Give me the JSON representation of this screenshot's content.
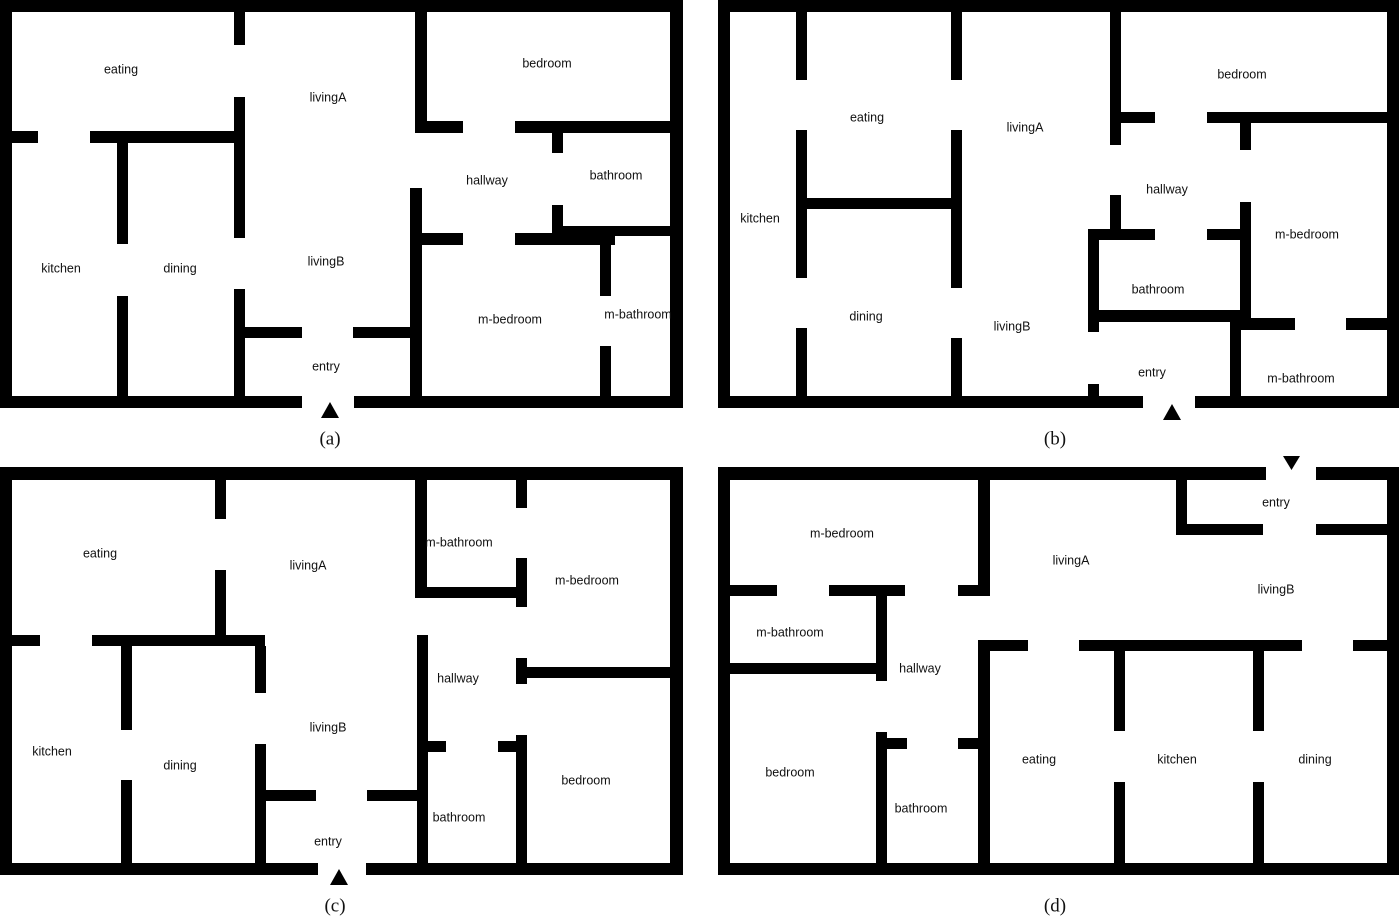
{
  "plans": {
    "a": {
      "caption": "(a)",
      "rooms": {
        "eating": "eating",
        "livingA": "livingA",
        "bedroom": "bedroom",
        "hallway": "hallway",
        "bathroom": "bathroom",
        "kitchen": "kitchen",
        "dining": "dining",
        "livingB": "livingB",
        "mbedroom": "m-bedroom",
        "mbathroom": "m-bathroom",
        "entry": "entry"
      },
      "entry_marker": "triangle-up"
    },
    "b": {
      "caption": "(b)",
      "rooms": {
        "eating": "eating",
        "livingA": "livingA",
        "bedroom": "bedroom",
        "hallway": "hallway",
        "kitchen": "kitchen",
        "mbedroom": "m-bedroom",
        "bathroom": "bathroom",
        "dining": "dining",
        "livingB": "livingB",
        "entry": "entry",
        "mbathroom": "m-bathroom"
      },
      "entry_marker": "triangle-up"
    },
    "c": {
      "caption": "(c)",
      "rooms": {
        "eating": "eating",
        "livingA": "livingA",
        "mbathroom": "m-bathroom",
        "mbedroom": "m-bedroom",
        "hallway": "hallway",
        "livingB": "livingB",
        "kitchen": "kitchen",
        "dining": "dining",
        "bedroom": "bedroom",
        "bathroom": "bathroom",
        "entry": "entry"
      },
      "entry_marker": "triangle-up"
    },
    "d": {
      "caption": "(d)",
      "rooms": {
        "mbedroom": "m-bedroom",
        "livingA": "livingA",
        "entry": "entry",
        "livingB": "livingB",
        "mbathroom": "m-bathroom",
        "hallway": "hallway",
        "bedroom": "bedroom",
        "eating": "eating",
        "kitchen": "kitchen",
        "dining": "dining",
        "bathroom": "bathroom"
      },
      "entry_marker": "triangle-down"
    }
  },
  "colors": {
    "wall": "#000000",
    "background": "#ffffff"
  }
}
